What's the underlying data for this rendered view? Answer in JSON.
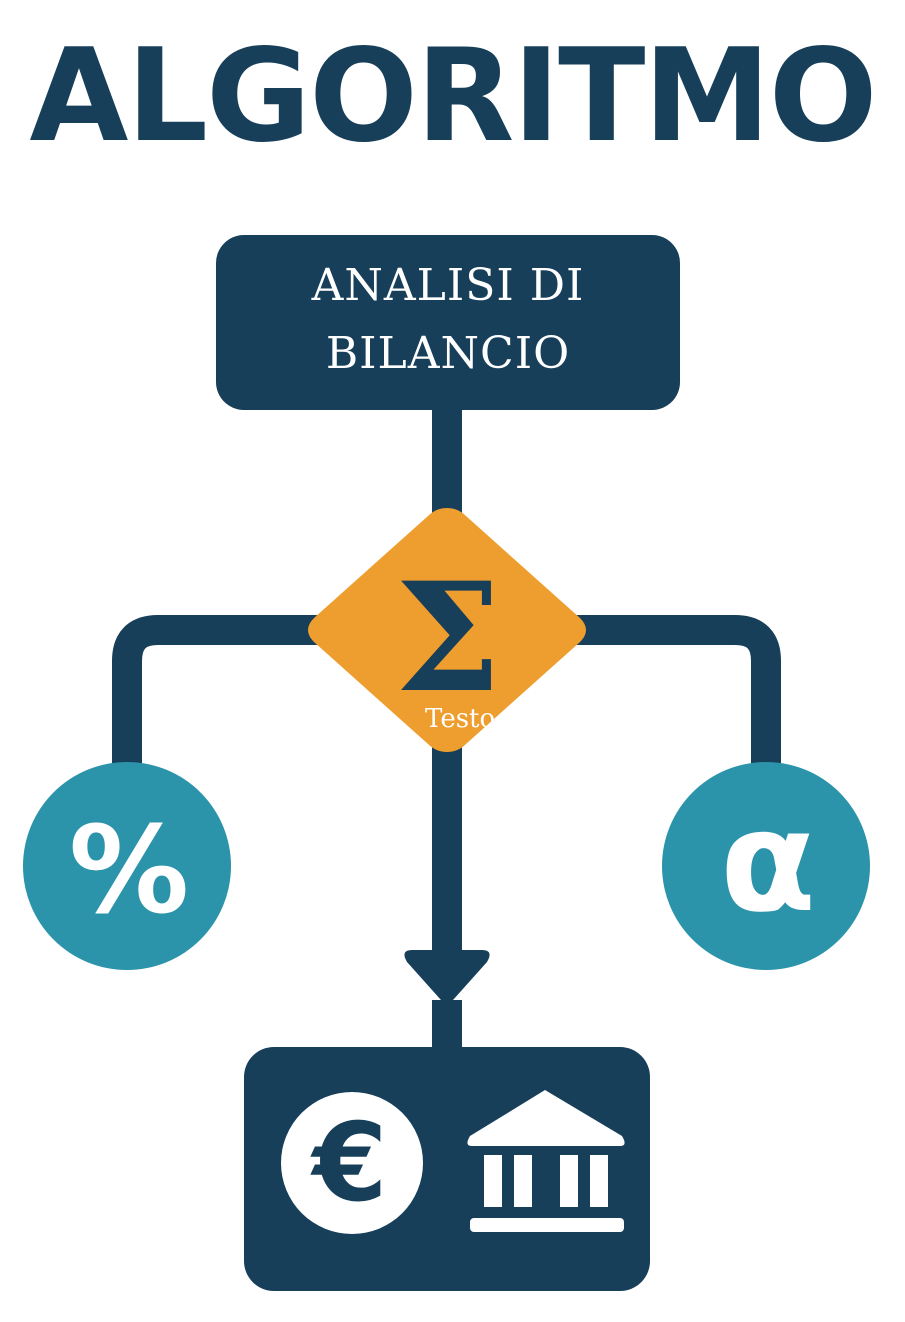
{
  "title": "ALGORITMO",
  "top_box": {
    "line1": "ANALISI DI",
    "line2": "BILANCIO"
  },
  "decision": {
    "symbol": "Σ",
    "caption": "Testo"
  },
  "left_circle": {
    "symbol": "%"
  },
  "right_circle": {
    "symbol": "α"
  },
  "bottom_box": {
    "euro_symbol": "€",
    "bank_icon": "bank-icon"
  },
  "colors": {
    "navy": "#173f5a",
    "orange": "#ee9e2e",
    "teal": "#2b94aa",
    "white": "#ffffff"
  }
}
